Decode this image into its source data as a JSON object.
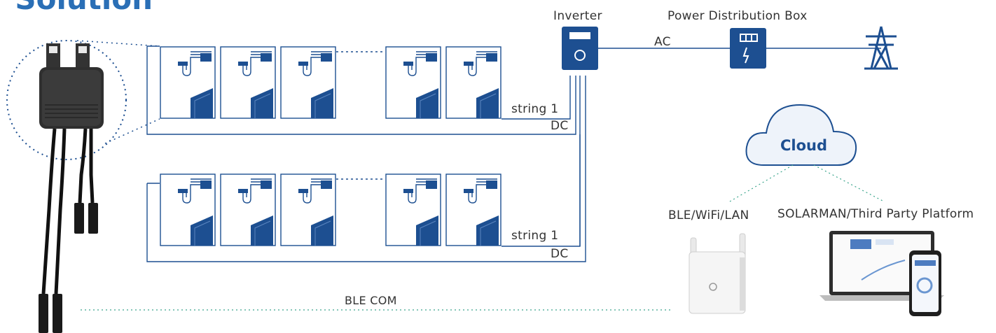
{
  "title": "r Solution",
  "labels": {
    "inverter": "Inverter",
    "power_box": "Power Distribution Box",
    "ac": "AC",
    "string_top": "string 1",
    "dc_top": "DC",
    "string_bottom": "string 1",
    "dc_bottom": "DC",
    "cloud": "Cloud",
    "ble_wifi_lan": "BLE/WiFi/LAN",
    "platform": "SOLARMAN/Third Party Platform",
    "ble_com": "BLE COM"
  },
  "colors": {
    "accent": "#1d4f91",
    "title": "#2a6fb6",
    "dc_wire": "#1d4f91",
    "dotted_link": "#3aa58c"
  },
  "icons": [
    "optimizer-device-icon",
    "solar-panel-icon",
    "inverter-icon",
    "distribution-box-icon",
    "transmission-tower-icon",
    "cloud-icon",
    "wifi-router-icon",
    "laptop-icon",
    "phone-icon"
  ]
}
